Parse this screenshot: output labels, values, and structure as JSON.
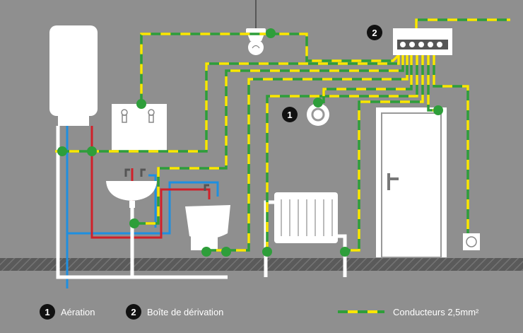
{
  "badges": {
    "aeration": "1",
    "junction_box": "2"
  },
  "legend": {
    "item1": {
      "badge": "1",
      "label": "Aération"
    },
    "item2": {
      "badge": "2",
      "label": "Boîte de dérivation"
    },
    "item3": {
      "label": "Conducteurs 2,5mm²"
    }
  },
  "colors": {
    "wall": "#8f8f8f",
    "floor": "#5a5a5a",
    "wire_green": "#2e9e3a",
    "wire_yellow": "#ffe600",
    "cold_pipe": "#1e8fe0",
    "hot_pipe": "#d0202a",
    "badge": "#111111"
  }
}
